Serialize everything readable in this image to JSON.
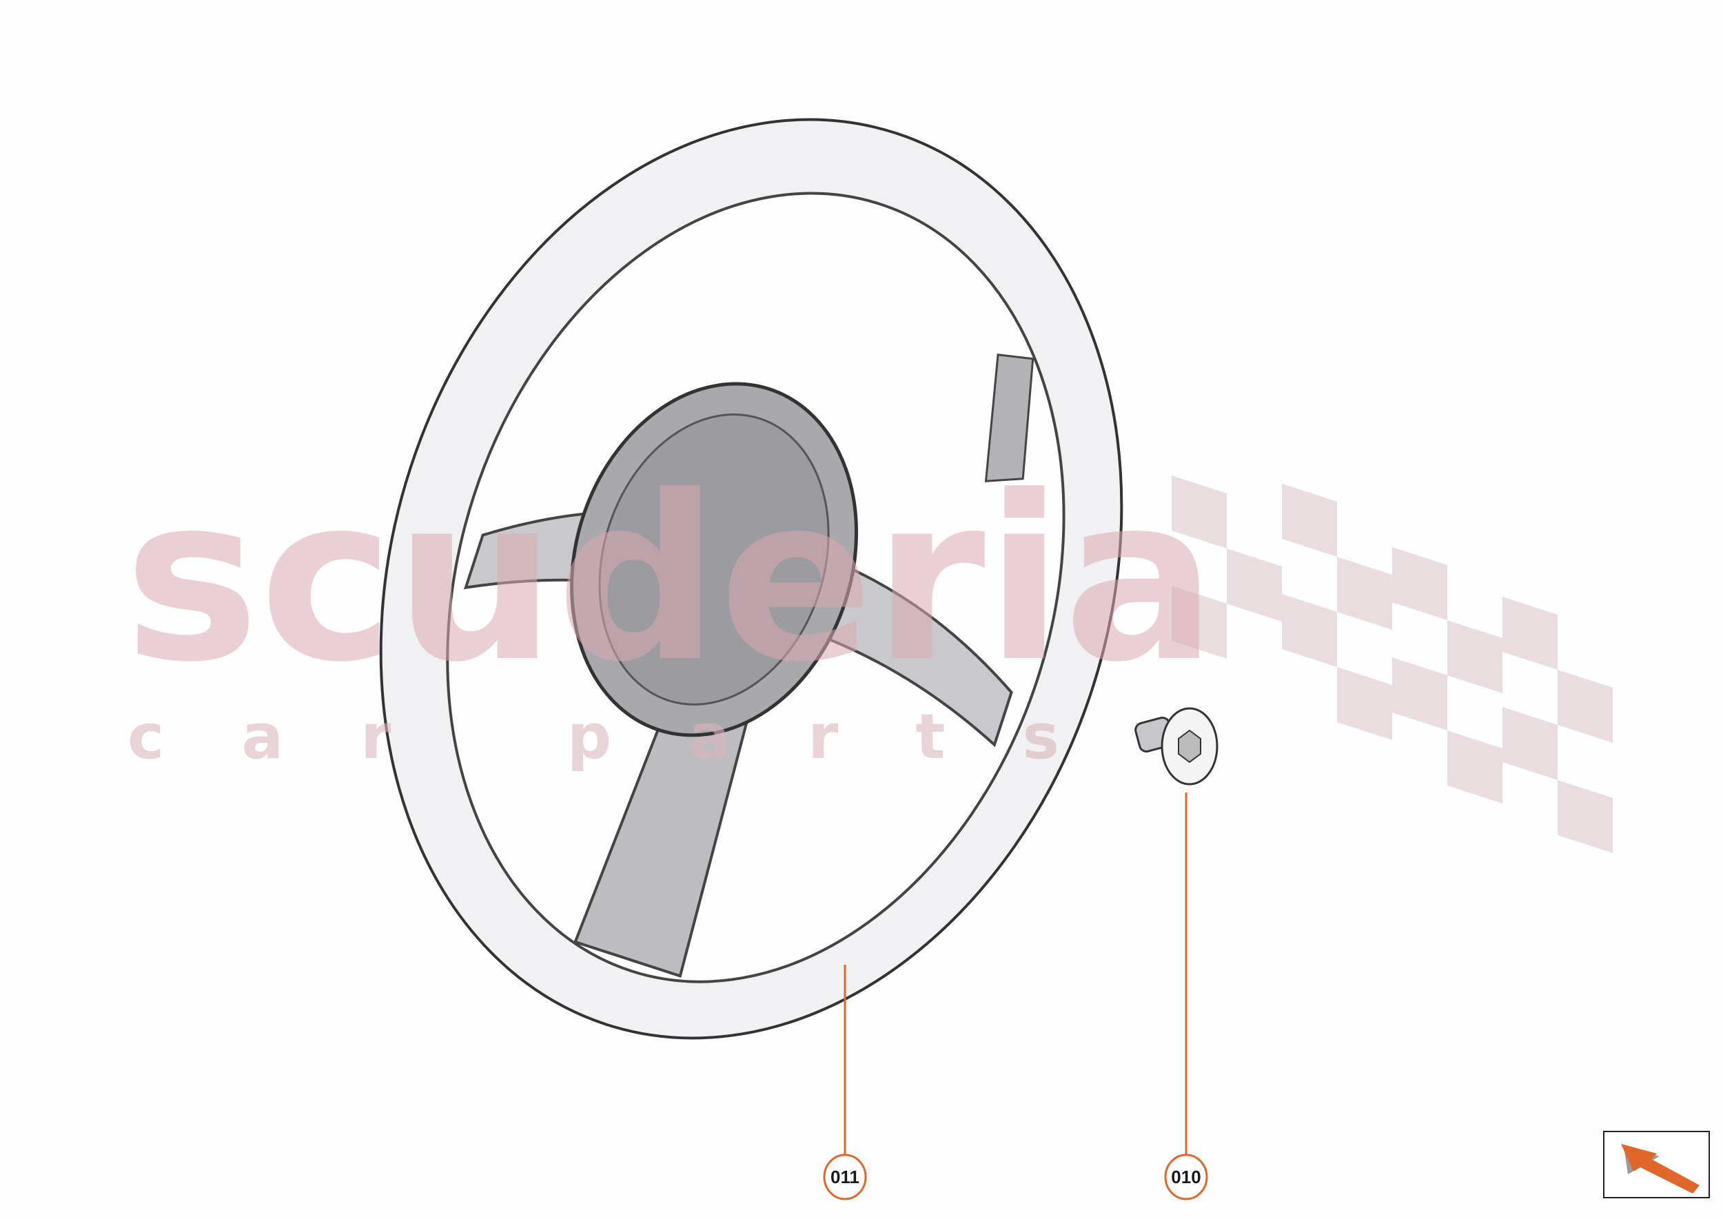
{
  "watermark": {
    "line1": "scuderia",
    "line2": "car parts"
  },
  "callouts": [
    {
      "label": "011",
      "part": "steering-wheel"
    },
    {
      "label": "010",
      "part": "bolt"
    }
  ],
  "colors": {
    "callout": "#e0672c",
    "watermark": "#e9d5d8",
    "wheel_outline": "#3a3a3a"
  },
  "nav": {
    "icon": "orange-arrow-up-left-icon"
  }
}
